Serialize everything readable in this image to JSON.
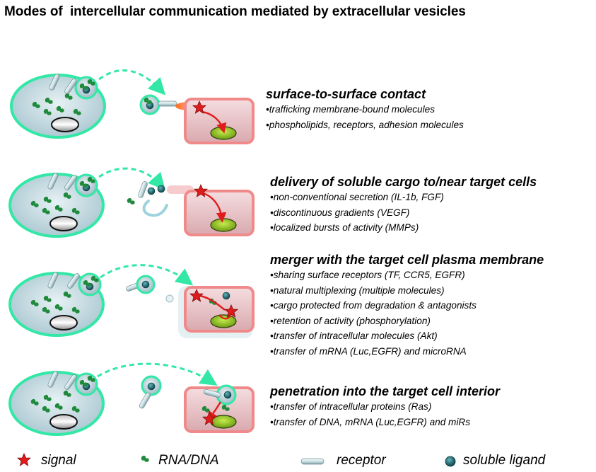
{
  "title": "Modes of  intercellular communication mediated by extracellular vesicles",
  "panels": [
    {
      "heading": "surface-to-surface contact",
      "bullets": [
        "•trafficking membrane-bound molecules",
        "•phospholipids, receptors, adhesion molecules"
      ]
    },
    {
      "heading": "delivery of soluble cargo to/near target cells",
      "bullets": [
        "•non-conventional secretion (IL-1b, FGF)",
        "•discontinuous gradients (VEGF)",
        "•localized bursts of activity (MMPs)"
      ]
    },
    {
      "heading": "merger with the target cell plasma membrane",
      "bullets": [
        "•sharing surface receptors (TF, CCR5, EGFR)",
        "•natural multiplexing (multiple molecules)",
        "•cargo protected from degradation & antagonists",
        "•retention of activity (phosphorylation)",
        "•transfer of intracellular molecules (Akt)",
        "•transfer of mRNA (Luc,EGFR) and microRNA"
      ]
    },
    {
      "heading": "penetration into the target cell interior",
      "bullets": [
        "•transfer of intracellular proteins (Ras)",
        "•transfer of DNA, mRNA (Luc,EGFR) and miRs"
      ]
    }
  ],
  "legend": [
    {
      "icon": "star-icon",
      "label": "signal"
    },
    {
      "icon": "rna-dna-icon",
      "label": "RNA/DNA"
    },
    {
      "icon": "receptor-icon",
      "label": "receptor"
    },
    {
      "icon": "soluble-ligand-icon",
      "label": "soluble ligand"
    }
  ],
  "colors": {
    "cell_membrane": "#33e8a6",
    "cell_fill": "#cfe3ea",
    "target_border": "#f08a8a",
    "target_fill": "#ecc2c6",
    "nucleus_green": "#8fc21c",
    "signal_red": "#e01b1b",
    "rna_green": "#1f8a3c",
    "ligand_teal": "#1e6b73",
    "arrow_green": "#33e8a6"
  }
}
